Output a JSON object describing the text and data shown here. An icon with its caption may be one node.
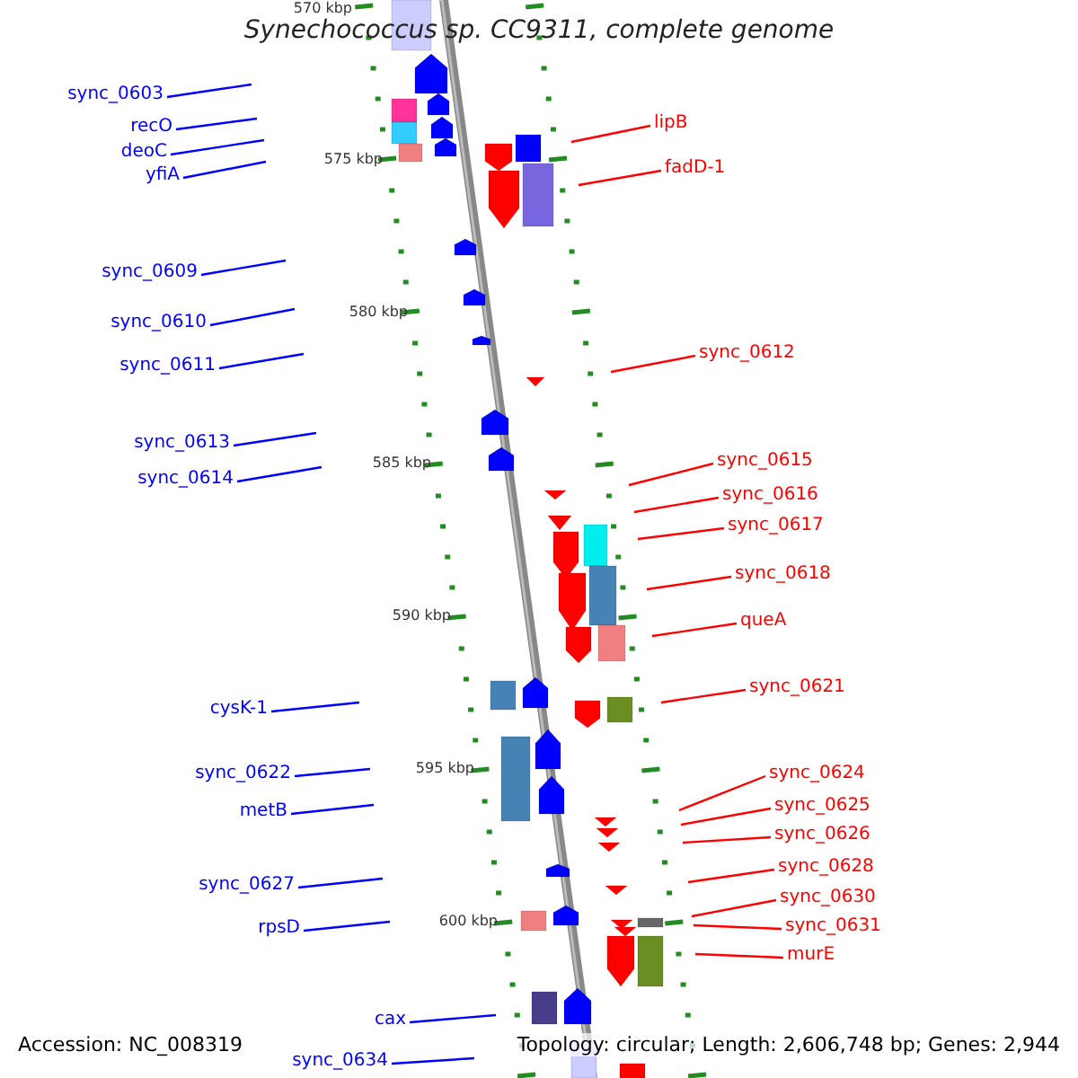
{
  "diagram": {
    "title": "Synechococcus sp. CC9311, complete genome",
    "nodes": [
      {
        "text": [
          "sync_0603"
        ]
      },
      {
        "text": [
          "recO"
        ]
      },
      {
        "text": [
          "deoC"
        ]
      },
      {
        "text": [
          "yfiA"
        ]
      },
      {
        "text": [
          "sync_0609"
        ]
      },
      {
        "text": [
          "sync_0610"
        ]
      },
      {
        "text": [
          "sync_0611"
        ]
      },
      {
        "text": [
          "sync_0613"
        ]
      },
      {
        "text": [
          "sync_0614"
        ]
      },
      {
        "text": [
          "cysK-1"
        ]
      },
      {
        "text": [
          "sync_0622"
        ]
      },
      {
        "text": [
          "metB"
        ]
      },
      {
        "text": [
          "sync_0627"
        ]
      },
      {
        "text": [
          "rpsD"
        ]
      },
      {
        "text": [
          "cax"
        ]
      },
      {
        "text": [
          "sync_0634"
        ]
      },
      {
        "text": [
          "lipB"
        ]
      },
      {
        "text": [
          "fadD-1"
        ]
      },
      {
        "text": [
          "sync_0612"
        ]
      },
      {
        "text": [
          "sync_0615"
        ]
      },
      {
        "text": [
          "sync_0616"
        ]
      },
      {
        "text": [
          "sync_0617"
        ]
      },
      {
        "text": [
          "sync_0618"
        ]
      },
      {
        "text": [
          "queA"
        ]
      },
      {
        "text": [
          "sync_0621"
        ]
      },
      {
        "text": [
          "sync_0624"
        ]
      },
      {
        "text": [
          "sync_0625"
        ]
      },
      {
        "text": [
          "sync_0626"
        ]
      },
      {
        "text": [
          "sync_0628"
        ]
      },
      {
        "text": [
          "sync_0630"
        ]
      },
      {
        "text": [
          "sync_0631"
        ]
      },
      {
        "text": [
          "murE"
        ]
      }
    ],
    "edges": [
      {
        "from": 0,
        "to": null,
        "arrow": "none"
      },
      {
        "from": 1,
        "to": null,
        "arrow": "none"
      },
      {
        "from": 2,
        "to": null,
        "arrow": "none"
      },
      {
        "from": 3,
        "to": null,
        "arrow": "none"
      },
      {
        "from": 4,
        "to": null,
        "arrow": "none"
      },
      {
        "from": 5,
        "to": null,
        "arrow": "none"
      },
      {
        "from": 6,
        "to": null,
        "arrow": "none"
      },
      {
        "from": 7,
        "to": null,
        "arrow": "none"
      },
      {
        "from": 8,
        "to": null,
        "arrow": "none"
      },
      {
        "from": 9,
        "to": null,
        "arrow": "none"
      },
      {
        "from": 10,
        "to": null,
        "arrow": "none"
      },
      {
        "from": 11,
        "to": null,
        "arrow": "none"
      },
      {
        "from": 12,
        "to": null,
        "arrow": "none"
      },
      {
        "from": 13,
        "to": null,
        "arrow": "none"
      },
      {
        "from": 14,
        "to": null,
        "arrow": "none"
      },
      {
        "from": 15,
        "to": null,
        "arrow": "none"
      },
      {
        "from": 16,
        "to": null,
        "arrow": "none",
        "color": "#ff0000"
      },
      {
        "from": 17,
        "to": null,
        "arrow": "none",
        "color": "#ff0000"
      },
      {
        "from": 18,
        "to": null,
        "arrow": "none",
        "color": "#ff0000"
      },
      {
        "from": 19,
        "to": null,
        "arrow": "none",
        "color": "#ff0000"
      },
      {
        "from": 20,
        "to": null,
        "arrow": "none",
        "color": "#ff0000"
      },
      {
        "from": 21,
        "to": null,
        "arrow": "none",
        "color": "#ff0000"
      },
      {
        "from": 22,
        "to": null,
        "arrow": "none",
        "color": "#ff0000"
      },
      {
        "from": 23,
        "to": null,
        "arrow": "none",
        "color": "#ff0000"
      },
      {
        "from": 24,
        "to": null,
        "arrow": "none",
        "color": "#ff0000"
      },
      {
        "from": 25,
        "to": null,
        "arrow": "none",
        "color": "#ff0000"
      },
      {
        "from": 26,
        "to": null,
        "arrow": "none",
        "color": "#ff0000"
      },
      {
        "from": 27,
        "to": null,
        "arrow": "none",
        "color": "#ff0000"
      },
      {
        "from": 28,
        "to": null,
        "arrow": "none",
        "color": "#ff0000"
      },
      {
        "from": 29,
        "to": null,
        "arrow": "none",
        "color": "#ff0000"
      },
      {
        "from": 30,
        "to": null,
        "arrow": "none",
        "color": "#ff0000"
      },
      {
        "from": 31,
        "to": null,
        "arrow": "none",
        "color": "#ff0000"
      }
    ],
    "labels": [
      "570 kbp",
      "575 kbp",
      "580 kbp",
      "585 kbp",
      "590 kbp",
      "595 kbp",
      "600 kbp",
      "Accession: NC_008319",
      "Topology: circular; Length: 2,606,748 bp; Genes: 2,944"
    ]
  }
}
